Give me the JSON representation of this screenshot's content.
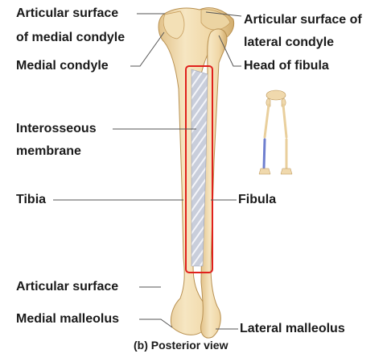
{
  "labels": {
    "articular_surface_medial_line1": "Articular surface",
    "articular_surface_medial_line2": "of medial condyle",
    "medial_condyle": "Medial condyle",
    "articular_surface_lateral_line1": "Articular surface of",
    "articular_surface_lateral_line2": "lateral condyle",
    "head_of_fibula": "Head of fibula",
    "interosseous_line1": "Interosseous",
    "interosseous_line2": "membrane",
    "tibia": "Tibia",
    "fibula": "Fibula",
    "articular_surface": "Articular surface",
    "medial_malleolus": "Medial malleolus",
    "lateral_malleolus": "Lateral malleolus"
  },
  "caption": "(b) Posterior view",
  "colors": {
    "bone": "#f1dcb0",
    "bone_shadow": "#d8b878",
    "bone_outline": "#b89050",
    "membrane": "#c7ccd8",
    "membrane_stripes": "#ffffff",
    "highlight_box": "#e0201c",
    "leader_line": "#555555",
    "thumbnail_highlight": "#6f7fcf"
  }
}
